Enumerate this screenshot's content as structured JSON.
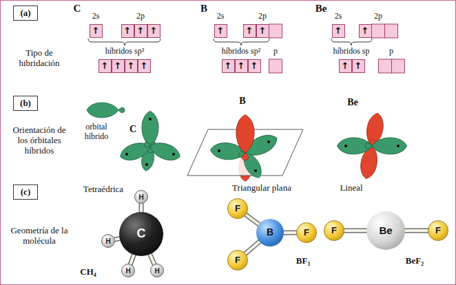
{
  "diagram": {
    "nodes": [
      {
        "text": [
          "(a)"
        ]
      },
      {
        "text": [
          "↑"
        ]
      },
      {
        "text": [
          "↑"
        ]
      },
      {
        "text": [
          "↑"
        ]
      },
      {
        "text": [
          "↑"
        ]
      },
      {
        "text": [
          "↑"
        ]
      },
      {
        "text": [
          "↑"
        ]
      },
      {
        "text": [
          "↑"
        ]
      },
      {
        "text": [
          "↑"
        ]
      },
      {
        "text": [
          "↑"
        ]
      },
      {
        "text": [
          "↑"
        ]
      },
      {
        "text": [
          "↑"
        ]
      },
      {
        "text": [
          "↑"
        ]
      },
      {
        "text": [
          "↑"
        ]
      },
      {
        "text": [
          "↑"
        ]
      },
      {
        "text": [
          "↑"
        ]
      },
      {
        "text": [
          "↑"
        ]
      },
      {
        "text": [
          "↑"
        ]
      },
      {
        "text": [
          "↑"
        ]
      },
      {
        "text": [
          "(b)"
        ]
      },
      {
        "text": [
          "(c)"
        ]
      },
      {
        "text": [
          "H"
        ]
      },
      {
        "text": [
          "C"
        ]
      },
      {
        "text": [
          "H"
        ]
      },
      {
        "text": [
          "H"
        ]
      },
      {
        "text": [
          "H"
        ]
      },
      {
        "text": [
          "F"
        ]
      },
      {
        "text": [
          "B"
        ]
      },
      {
        "text": [
          "F"
        ]
      },
      {
        "text": [
          "F"
        ]
      },
      {
        "text": [
          "F"
        ]
      },
      {
        "text": [
          "Be"
        ]
      },
      {
        "text": [
          "F"
        ]
      }
    ],
    "edges": [
      {
        "from": 22,
        "to": 21,
        "arrow": "none"
      },
      {
        "from": 22,
        "to": 23,
        "arrow": "none"
      },
      {
        "from": 22,
        "to": 24,
        "arrow": "none"
      },
      {
        "from": 22,
        "to": 25,
        "arrow": "none"
      },
      {
        "from": 27,
        "to": 26,
        "arrow": "none"
      },
      {
        "from": 27,
        "to": 28,
        "arrow": "none"
      },
      {
        "from": 27,
        "to": 29,
        "arrow": "none"
      },
      {
        "from": 31,
        "to": 30,
        "arrow": "none"
      },
      {
        "from": 31,
        "to": 32,
        "arrow": "none"
      }
    ],
    "labels": [
      "Tipo de hibridación",
      "Orientación de los órbitales híbridos",
      "Geometría de la molécula",
      "C",
      "2s",
      "2p",
      "híbridos sp³",
      "B",
      "2s",
      "2p",
      "híbridos sp²",
      "p",
      "Be",
      "2s",
      "2p",
      "híbridos sp",
      "p",
      "orbital híbrido",
      "C",
      "B",
      "Be",
      "Tetraédrica",
      "Triangular plana",
      "Lineal",
      "CH₄",
      "BF₃",
      "BeF₂"
    ]
  }
}
